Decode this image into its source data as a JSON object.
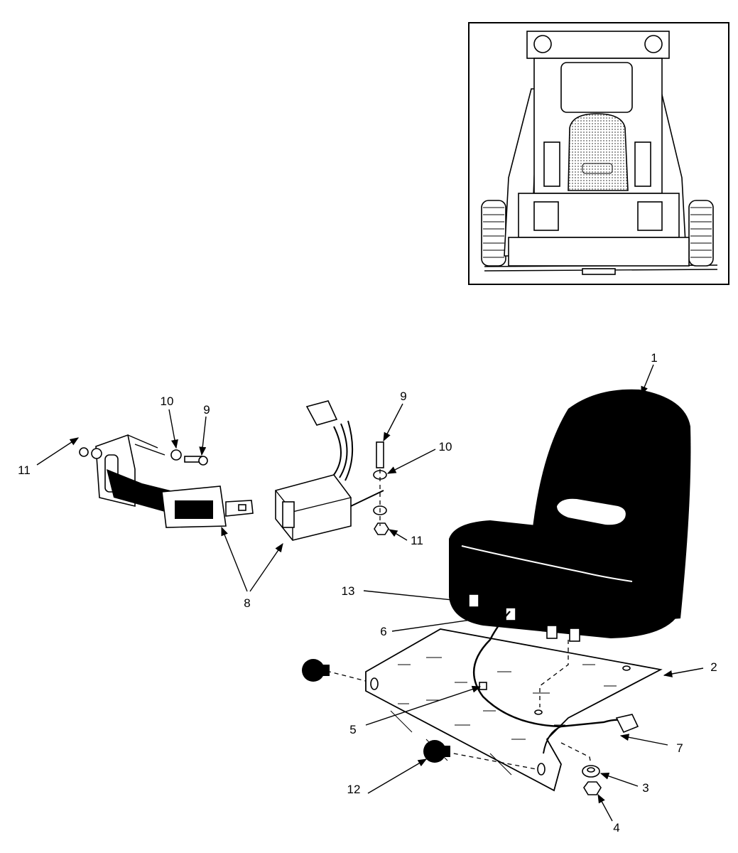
{
  "callouts": [
    {
      "id": "c1",
      "text": "1"
    },
    {
      "id": "c2",
      "text": "2"
    },
    {
      "id": "c3",
      "text": "3"
    },
    {
      "id": "c4",
      "text": "4"
    },
    {
      "id": "c5",
      "text": "5"
    },
    {
      "id": "c6",
      "text": "6"
    },
    {
      "id": "c7",
      "text": "7"
    },
    {
      "id": "c8",
      "text": "8"
    },
    {
      "id": "c9a",
      "text": "9"
    },
    {
      "id": "c9b",
      "text": "9"
    },
    {
      "id": "c10a",
      "text": "10"
    },
    {
      "id": "c10b",
      "text": "10"
    },
    {
      "id": "c11a",
      "text": "11"
    },
    {
      "id": "c11b",
      "text": "11"
    },
    {
      "id": "c12",
      "text": "12"
    },
    {
      "id": "c13",
      "text": "13"
    }
  ]
}
